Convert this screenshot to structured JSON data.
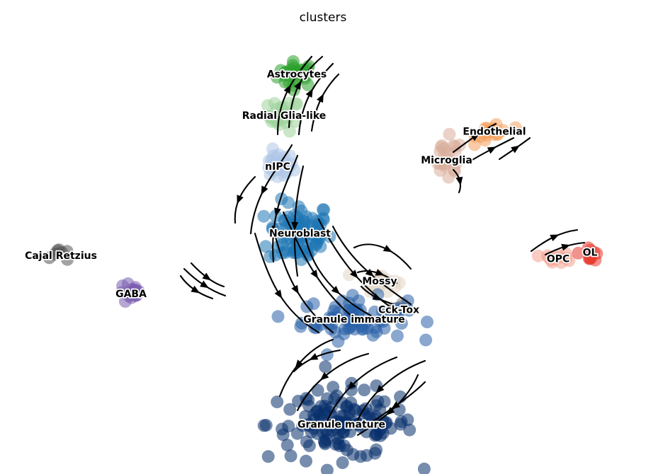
{
  "chart_data": {
    "type": "scatter",
    "title": "clusters",
    "xlabel": "",
    "ylabel": "",
    "axes_visible": false,
    "grid": false,
    "legend": "on data",
    "overlay": "velocity streamlines",
    "clusters": [
      {
        "name": "Astrocytes",
        "color": "#2ca02c",
        "center": [
          8.2,
          9.5
        ],
        "spread": [
          0.55,
          0.35
        ]
      },
      {
        "name": "Radial Glia-like",
        "color": "#9fd49a",
        "center": [
          7.8,
          8.2
        ],
        "spread": [
          0.45,
          0.45
        ]
      },
      {
        "name": "nIPC",
        "color": "#aec7e8",
        "center": [
          7.6,
          6.6
        ],
        "spread": [
          0.45,
          0.4
        ]
      },
      {
        "name": "Neuroblast",
        "color": "#1f77b4",
        "center": [
          8.3,
          4.5
        ],
        "spread": [
          0.9,
          0.9
        ]
      },
      {
        "name": "Mossy",
        "color": "#e2d6c4",
        "center": [
          10.8,
          3.0
        ],
        "spread": [
          0.5,
          0.3
        ]
      },
      {
        "name": "Cck-Tox",
        "color": "#8c8c8c",
        "center": [
          11.4,
          2.1
        ],
        "spread": [
          0.25,
          0.15
        ]
      },
      {
        "name": "Granule immature",
        "color": "#2a60a8",
        "center": [
          10.0,
          1.8
        ],
        "spread": [
          1.5,
          0.6
        ]
      },
      {
        "name": "Granule mature",
        "color": "#08306b",
        "center": [
          9.6,
          -1.5
        ],
        "spread": [
          2.1,
          1.0
        ]
      },
      {
        "name": "GABA",
        "color": "#7a5cae",
        "center": [
          3.0,
          2.6
        ],
        "spread": [
          0.35,
          0.3
        ]
      },
      {
        "name": "Cajal Retzius",
        "color": "#555555",
        "center": [
          0.8,
          3.8
        ],
        "spread": [
          0.25,
          0.15
        ]
      },
      {
        "name": "Microglia",
        "color": "#d9ad9a",
        "center": [
          12.9,
          6.8
        ],
        "spread": [
          0.5,
          0.6
        ]
      },
      {
        "name": "Endothelial",
        "color": "#f4a15c",
        "center": [
          14.4,
          7.7
        ],
        "spread": [
          0.5,
          0.3
        ]
      },
      {
        "name": "OPC",
        "color": "#f4a090",
        "center": [
          16.4,
          3.7
        ],
        "spread": [
          0.4,
          0.15
        ]
      },
      {
        "name": "OL",
        "color": "#e8392e",
        "center": [
          17.4,
          3.9
        ],
        "spread": [
          0.3,
          0.25
        ]
      }
    ]
  }
}
